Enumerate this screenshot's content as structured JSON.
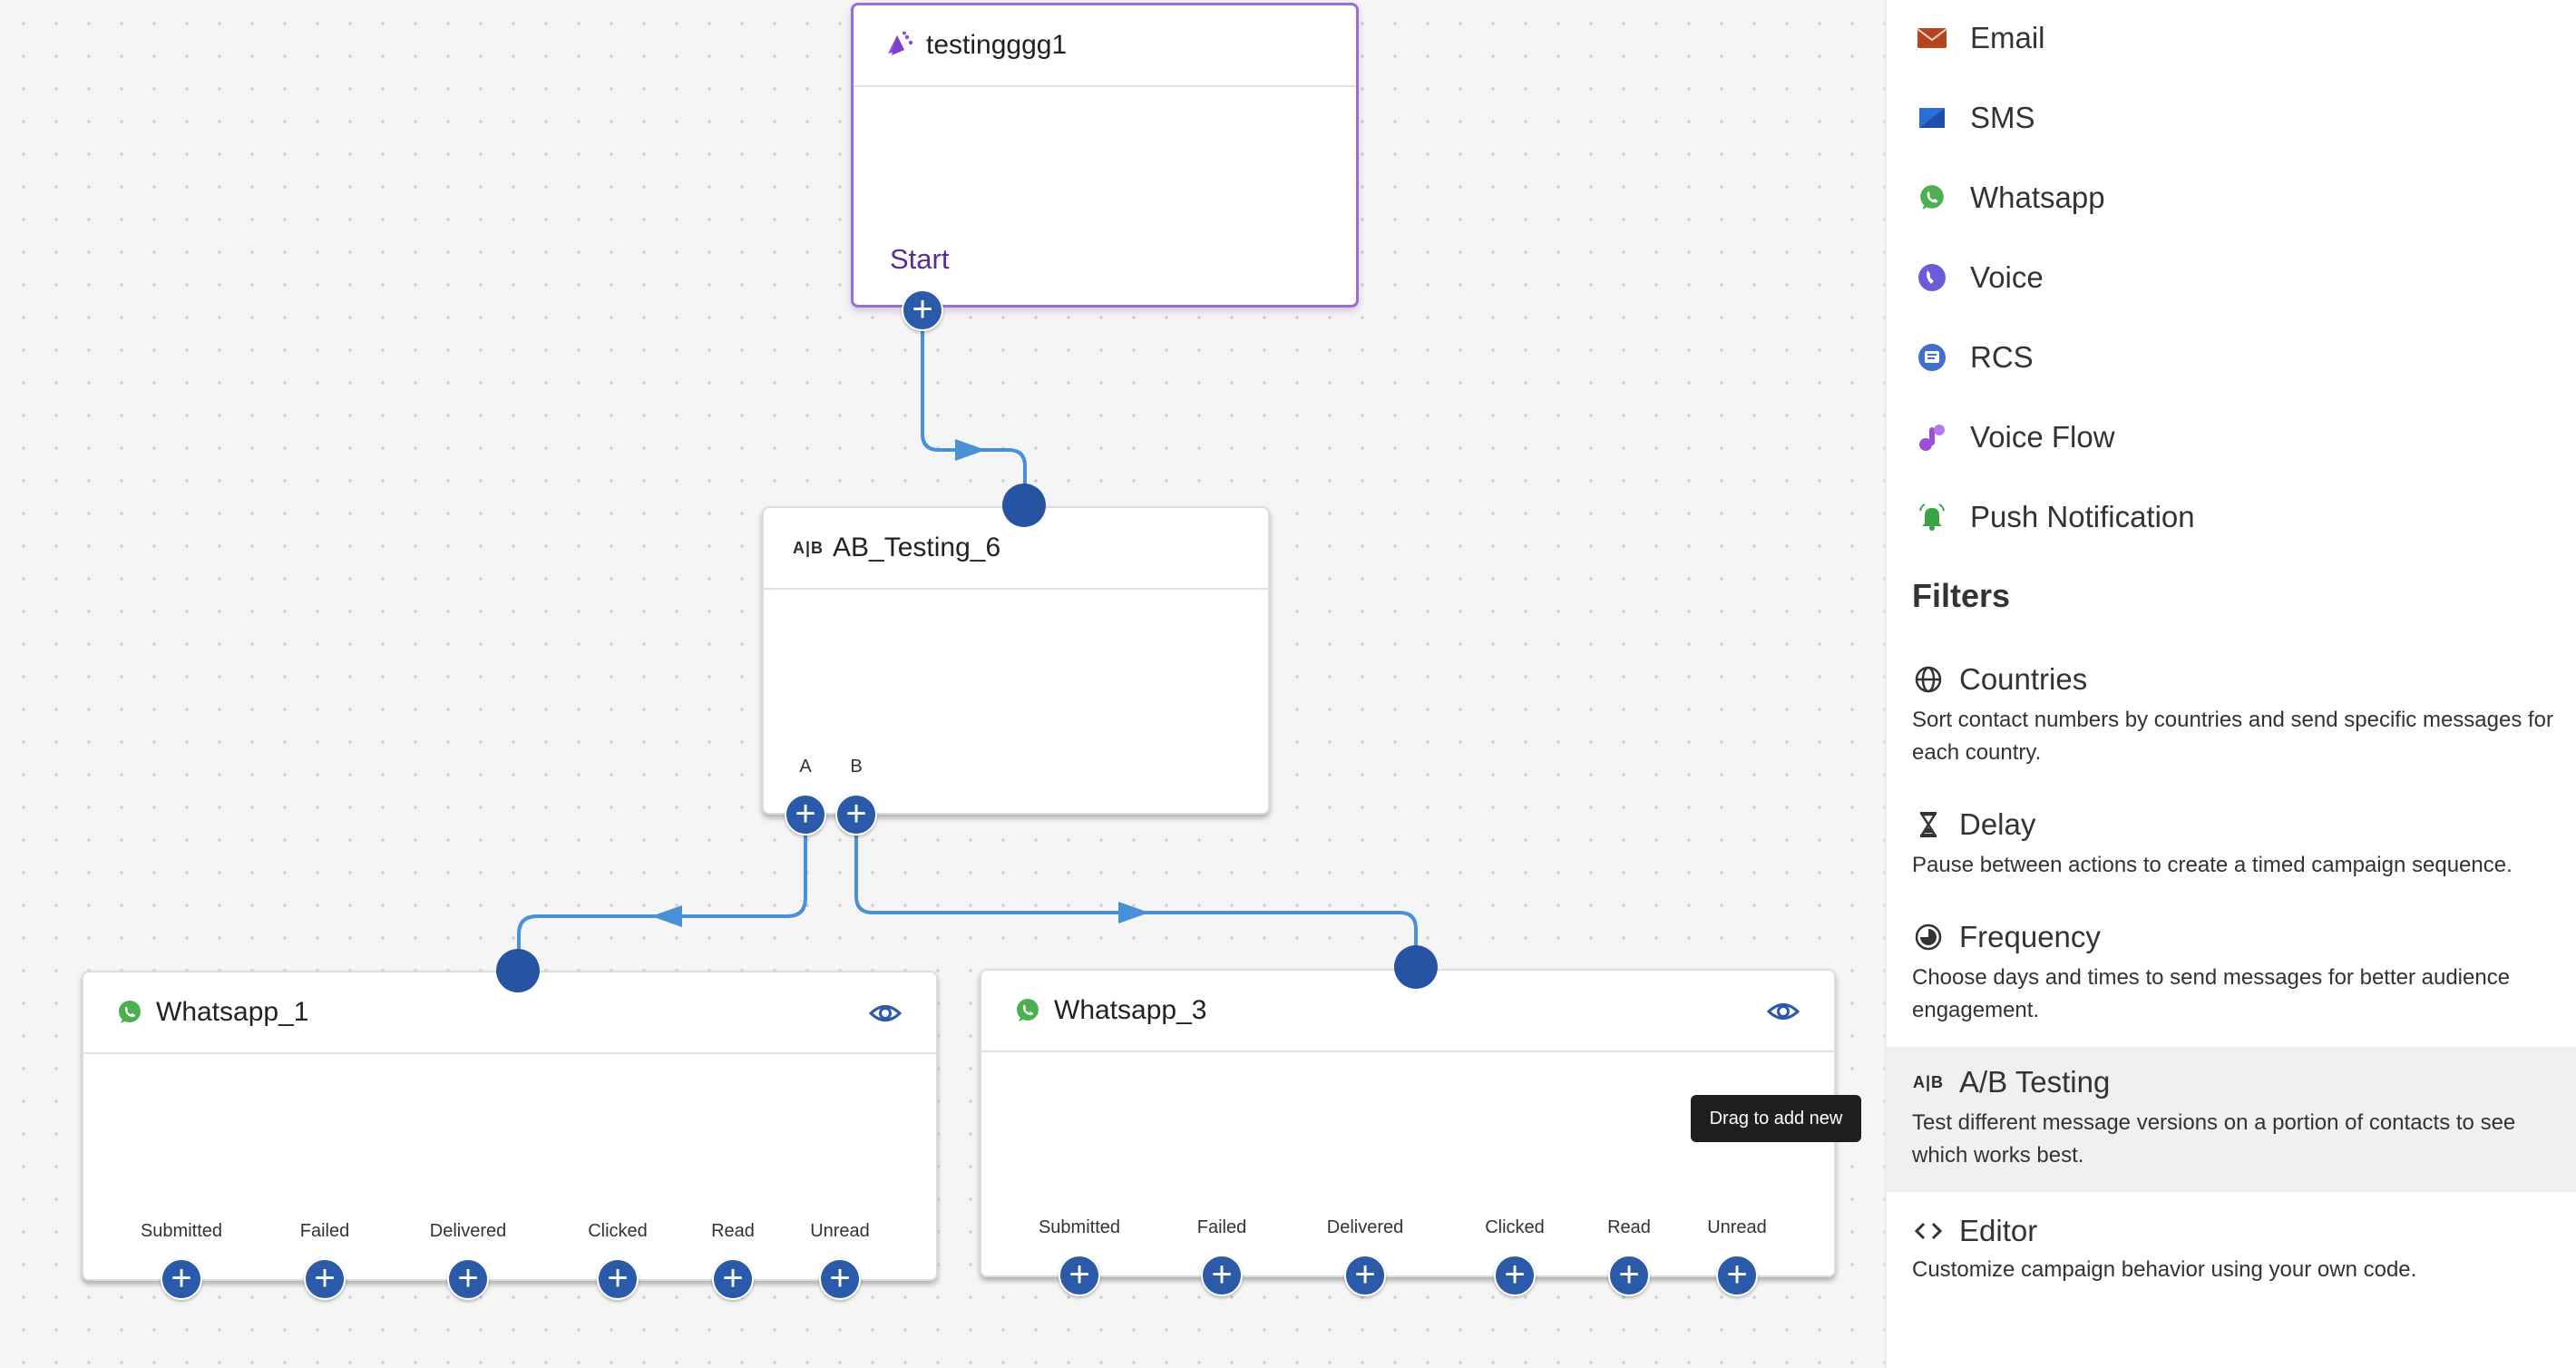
{
  "canvas": {
    "start_node": {
      "title": "testingggg1",
      "start_label": "Start"
    },
    "ab_node": {
      "title": "AB_Testing_6",
      "branch_a": "A",
      "branch_b": "B"
    },
    "whatsapp_nodes": [
      {
        "title": "Whatsapp_1",
        "outputs": [
          "Submitted",
          "Failed",
          "Delivered",
          "Clicked",
          "Read",
          "Unread"
        ]
      },
      {
        "title": "Whatsapp_3",
        "outputs": [
          "Submitted",
          "Failed",
          "Delivered",
          "Clicked",
          "Read",
          "Unread"
        ]
      }
    ],
    "tooltip": "Drag to add new",
    "edge_color": "#4a90d9",
    "handle_color": "#2753a3"
  },
  "sidebar": {
    "channels": [
      {
        "label": "Email",
        "icon": "email-icon"
      },
      {
        "label": "SMS",
        "icon": "sms-icon"
      },
      {
        "label": "Whatsapp",
        "icon": "whatsapp-icon"
      },
      {
        "label": "Voice",
        "icon": "voice-icon"
      },
      {
        "label": "RCS",
        "icon": "rcs-icon"
      },
      {
        "label": "Voice Flow",
        "icon": "voice-flow-icon"
      },
      {
        "label": "Push Notification",
        "icon": "bell-icon"
      }
    ],
    "filters_title": "Filters",
    "filters": [
      {
        "label": "Countries",
        "icon": "globe-icon",
        "desc": "Sort contact numbers by countries and send specific messages for each country."
      },
      {
        "label": "Delay",
        "icon": "hourglass-icon",
        "desc": "Pause between actions to create a timed campaign sequence."
      },
      {
        "label": "Frequency",
        "icon": "frequency-icon",
        "desc": "Choose days and times to send messages for better audience engagement."
      },
      {
        "label": "A/B Testing",
        "icon": "ab-icon",
        "desc": "Test different message versions on a portion of contacts to see which works best.",
        "active": true
      },
      {
        "label": "Editor",
        "icon": "code-icon",
        "desc": "Customize campaign behavior using your own code."
      }
    ]
  }
}
